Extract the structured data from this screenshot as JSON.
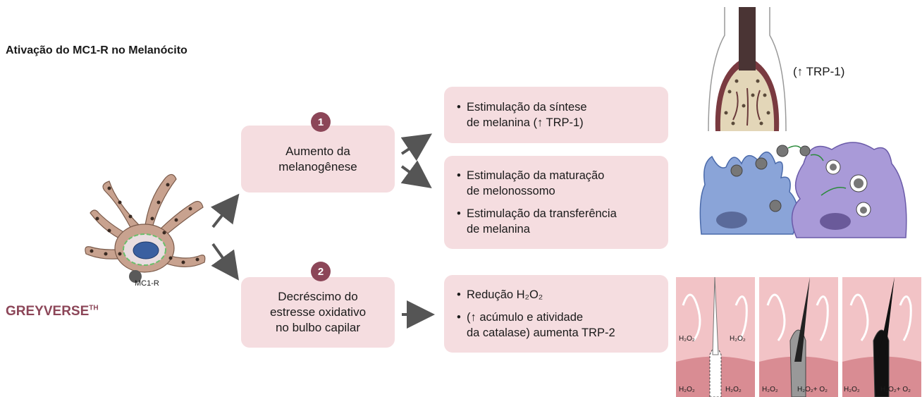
{
  "title": "Ativação do MC1-R no Melanócito",
  "brand": {
    "name": "GREYVERSE",
    "superscript": "TH"
  },
  "mc1r_label": "MC1-R",
  "paths": [
    {
      "number": "1",
      "label_lines": [
        "Aumento da",
        "melanogênese"
      ],
      "outcome_boxes": [
        {
          "bullets": [
            [
              "Estimulação da síntese",
              "de melanina (↑ TRP-1)"
            ]
          ]
        },
        {
          "bullets": [
            [
              "Estimulação da maturação",
              "de melonossomo"
            ],
            [
              "Estimulação da transferência",
              "de melanina"
            ]
          ]
        }
      ]
    },
    {
      "number": "2",
      "label_lines": [
        "Decréscimo do",
        "estresse oxidativo",
        "no bulbo capilar"
      ],
      "outcome_boxes": [
        {
          "bullets": [
            [
              "Redução H₂O₂"
            ],
            [
              "(↑ acúmulo e atividade",
              " da catalase) aumenta TRP-2"
            ]
          ]
        }
      ]
    }
  ],
  "hair_bulb_label": "(↑ TRP-1)",
  "skin_panels": [
    {
      "top_labels": [
        "H₂O₂",
        "H₂O₂"
      ],
      "bottom_labels": [
        "H₂O₂",
        "H₂O₂"
      ]
    },
    {
      "bottom_labels": [
        "H₂O₂",
        "H₂O₂+ O₂"
      ]
    },
    {
      "bottom_labels": [
        "H₂O₂",
        "H₂O₂+ O₂"
      ]
    }
  ],
  "colors": {
    "accent": "#8c4658",
    "box_fill": "#f5dde0",
    "arrow": "#555555",
    "skin_pink": "#f2c3c6",
    "skin_dark": "#d98c93",
    "cell_blue": "#8aa4d8",
    "cell_purple": "#a99ad8"
  }
}
